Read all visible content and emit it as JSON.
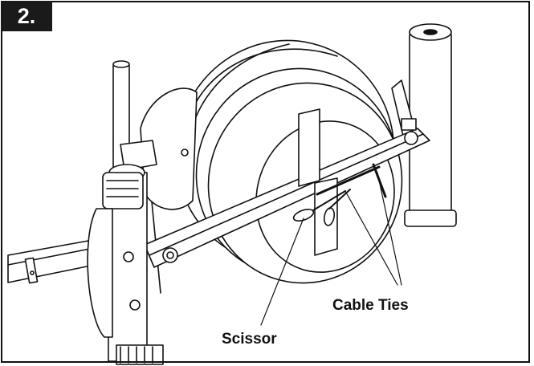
{
  "step": {
    "number": "2."
  },
  "callouts": {
    "cable_ties": "Cable Ties",
    "scissor": "Scissor"
  },
  "colors": {
    "line": "#111111",
    "fill": "#ffffff",
    "badge": "#1a1a1a"
  }
}
